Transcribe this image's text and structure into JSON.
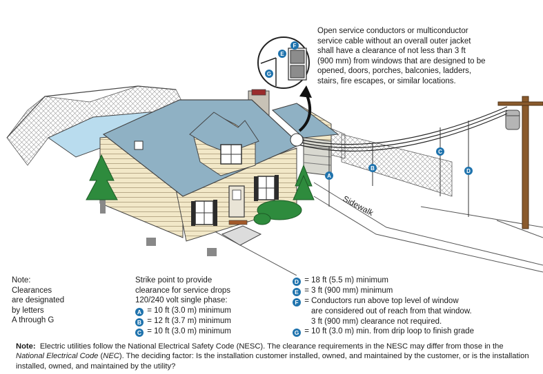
{
  "callout": {
    "lines": [
      "Open service conductors or multiconductor",
      "service cable without an overall outer jacket",
      "shall have a clearance of not less than 3 ft",
      "(900 mm) from windows that are designed to be",
      "opened, doors, porches, balconies, ladders,",
      "stairs, fire escapes, or similar locations."
    ]
  },
  "labels": {
    "sidewalk": "Sidewalk",
    "inset_letters": [
      "F",
      "E",
      "G"
    ],
    "dimension_letters": [
      "A",
      "B",
      "C",
      "D"
    ]
  },
  "note_left": {
    "lines": [
      "Note:",
      "Clearances",
      "are designated",
      "by letters",
      "A through G"
    ]
  },
  "strike": {
    "lines": [
      "Strike point to provide",
      "clearance for service drops",
      "120/240 volt single phase:"
    ],
    "items": [
      {
        "letter": "A",
        "text": "= 10 ft (3.0 m)  minimum"
      },
      {
        "letter": "B",
        "text": "= 12 ft (3.7 m)  minimum"
      },
      {
        "letter": "C",
        "text": "= 10 ft (3.0 m)  minimum"
      }
    ]
  },
  "clearances": {
    "items": [
      {
        "letter": "D",
        "text": "= 18 ft (5.5 m) minimum"
      },
      {
        "letter": "E",
        "text": "= 3 ft (900 mm) minimum"
      },
      {
        "letter": "F",
        "text": "= Conductors run above top level of window"
      },
      {
        "letter": "",
        "text": "are considered out of reach from that window."
      },
      {
        "letter": "",
        "text": "3 ft (900 mm) clearance not required."
      },
      {
        "letter": "G",
        "text": "= 10 ft (3.0 m) min. from drip loop to finish grade"
      }
    ]
  },
  "bottom_note": {
    "label": "Note:",
    "text_1": "Electric utilities follow the National Electrical Safety Code (NESC). The clearance requirements in the NESC may differ from those in the ",
    "italic_1": "National Electrical Code",
    "text_2": " (",
    "italic_2": "NEC",
    "text_3": "). The deciding factor: Is the installation customer installed, owned, and maintained by the customer, or is the installation installed, owned, and maintained by the utility?"
  },
  "colors": {
    "roof": "#8fb1c4",
    "siding": "#f2e8c8",
    "pool_water": "#b9dcee",
    "tree": "#2e8b3d",
    "badge": "#1f73ad",
    "pole": "#8a5a2c"
  }
}
